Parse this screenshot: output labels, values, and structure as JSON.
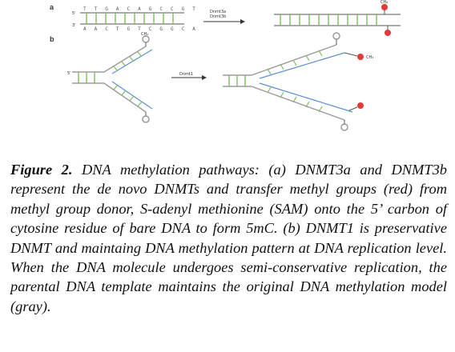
{
  "figure": {
    "panel_a_label": "a",
    "panel_b_label": "b",
    "enzyme_a_line1": "Dnmt3a",
    "enzyme_a_line2": "Dnmt3b",
    "enzyme_b": "Dnmt1",
    "methyl_label": "CH₃",
    "strand_top": "T T G A C A G C C G T",
    "strand_bottom": "A A C T G T C G G C A",
    "prime5": "5'",
    "prime3": "3'",
    "colors": {
      "methyl": "#e23a3a",
      "parental": "#9a9a9a",
      "new_strand": "#5b8fd6",
      "rung": "#7cbf5a"
    }
  },
  "caption": {
    "label": "Figure 2.",
    "text": "DNA methylation pathways: (a) DNMT3a and DNMT3b represent the de novo DNMTs and transfer methyl groups (red) from methyl group donor, S-adenyl methionine (SAM) onto the 5’ carbon of cytosine residue of bare DNA to form 5mC. (b) DNMT1 is preservative DNMT and maintaing DNA methylation pattern at DNA replication level. When the DNA molecule undergoes semi-conservative replication, the parental DNA template maintains the original DNA methylation model (gray)."
  }
}
